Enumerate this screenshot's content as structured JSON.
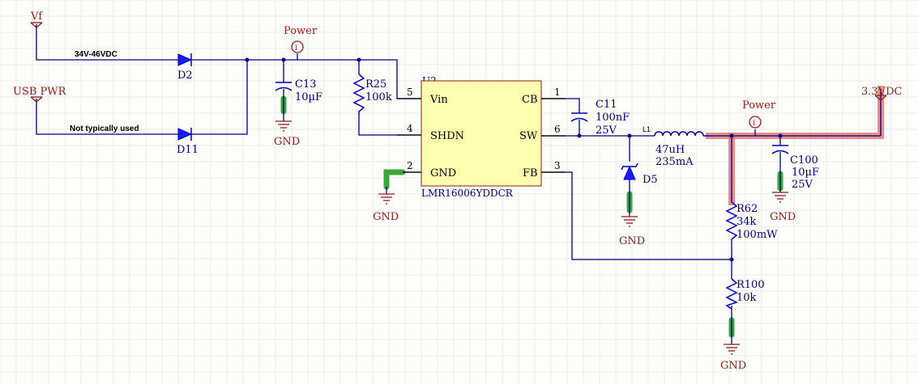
{
  "ports": {
    "vf": "Vf",
    "usb_pwr": "USB PWR",
    "vout": "3.3VDC"
  },
  "nets": {
    "input_range": "34V-46VDC",
    "usb_note": "Not typically used",
    "l1_net": "L1"
  },
  "probes": {
    "power_left": "Power",
    "power_right": "Power",
    "probe_glyph": "i"
  },
  "ic": {
    "designator": "U2",
    "part": "LMR16006YDDCR",
    "pins_left": [
      {
        "num": "5",
        "name": "Vin"
      },
      {
        "num": "4",
        "name": "SHDN"
      },
      {
        "num": "2",
        "name": "GND"
      }
    ],
    "pins_right": [
      {
        "num": "1",
        "name": "CB"
      },
      {
        "num": "6",
        "name": "SW"
      },
      {
        "num": "3",
        "name": "FB"
      }
    ]
  },
  "components": {
    "d2": {
      "ref": "D2"
    },
    "d11": {
      "ref": "D11"
    },
    "d5": {
      "ref": "D5"
    },
    "c13": {
      "ref": "C13",
      "value": "10µF"
    },
    "r25": {
      "ref": "R25",
      "value": "100k"
    },
    "c11": {
      "ref": "C11",
      "value": "100nF",
      "rating": "25V"
    },
    "l1": {
      "value": "47uH",
      "current": "235mA"
    },
    "c100": {
      "ref": "C100",
      "value": "10µF",
      "rating": "25V"
    },
    "r62": {
      "ref": "R62",
      "value": "34k",
      "power": "100mW"
    },
    "r100": {
      "ref": "R100",
      "value": "10k"
    }
  },
  "grounds": {
    "label": "GND"
  },
  "colors": {
    "wire": "#000080",
    "component": "#0000c0",
    "port": "#8b1a1a",
    "highlight_power": "#e07a7a",
    "highlight_gnd": "#3aa53a",
    "ic_fill": "#ffffb0"
  }
}
